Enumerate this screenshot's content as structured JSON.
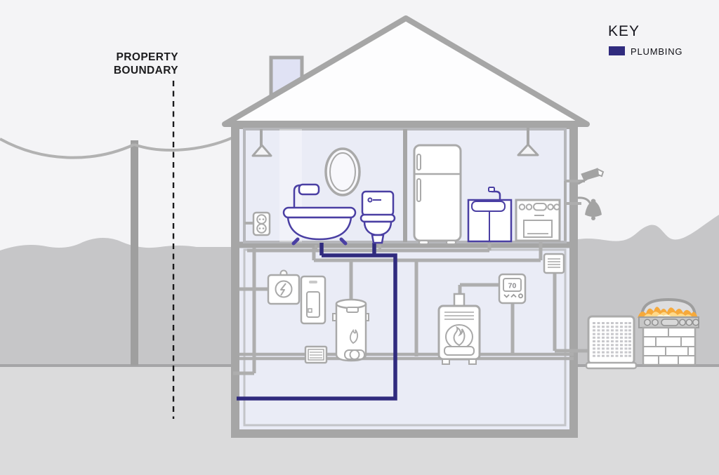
{
  "legend": {
    "title": "KEY",
    "items": [
      {
        "label": "PLUMBING",
        "color": "#302b7e"
      }
    ]
  },
  "property_boundary": {
    "line1": "PROPERTY",
    "line2": "BOUNDARY"
  },
  "thermostat": {
    "reading": "70"
  },
  "colors": {
    "plumbing_navy": "#302b7e",
    "fixture_purple": "#4a3fa3",
    "outline_gray": "#a6a6a6",
    "pipe_gray": "#aeaeae",
    "sky": "#f4f4f6",
    "hill": "#c6c6c8",
    "ground_lower": "#dbdbdc",
    "house_interior": "#eaecf6",
    "chimney": "#e0e2f4",
    "flame_orange": "#f6a93b",
    "flame_yellow": "#ffd98a"
  },
  "diagram": {
    "type": "house-cross-section",
    "rooms": [
      "bathroom",
      "kitchen",
      "basement"
    ],
    "highlighted_system": "plumbing",
    "fixtures": [
      "utility-pole",
      "power-lines",
      "property-boundary-line",
      "chimney",
      "roof",
      "pendant-light-bathroom",
      "wall-outlet",
      "oval-mirror",
      "bathtub-with-shower",
      "toilet",
      "refrigerator",
      "pendant-light-kitchen",
      "kitchen-sink-cabinet",
      "oven",
      "security-camera",
      "outdoor-lamp",
      "electric-meter",
      "breaker-panel",
      "water-heater",
      "floor-vent-grate",
      "furnace",
      "thermostat",
      "wall-vent",
      "ac-unit",
      "brick-grill"
    ]
  }
}
